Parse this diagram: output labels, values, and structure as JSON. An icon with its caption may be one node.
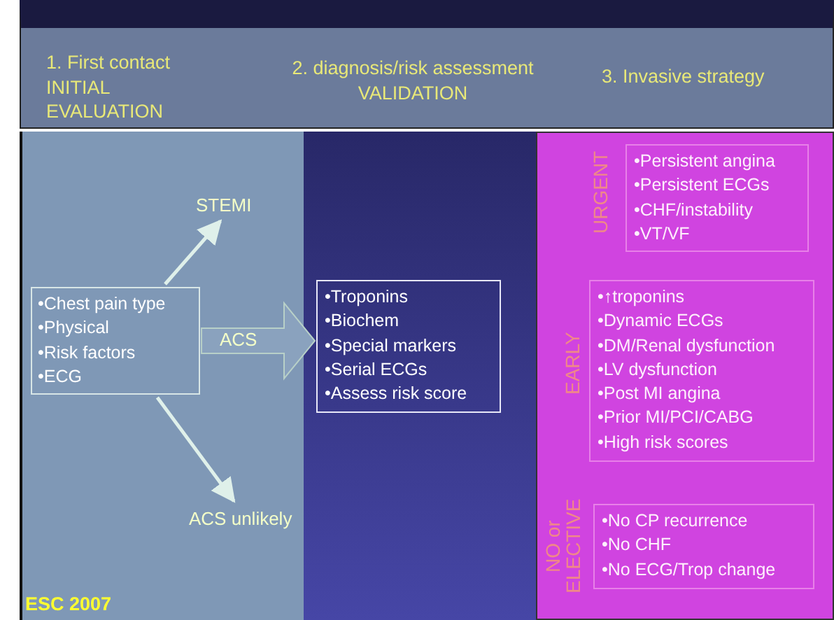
{
  "diagram": {
    "nodes": [
      {
        "text": [
          "•Chest pain type",
          "•Physical",
          "•Risk factors",
          "•ECG"
        ]
      },
      {
        "text": [
          "STEMI"
        ]
      },
      {
        "text": [
          "ACS unlikely"
        ]
      },
      {
        "text": [
          "•Troponins",
          "•Biochem",
          "•Special markers",
          "•Serial ECGs",
          "•Assess risk score"
        ]
      },
      {
        "text": [
          "•Persistent angina",
          "•Persistent ECGs",
          "•CHF/instability",
          "•VT/VF"
        ],
        "beside": [
          "URGENT"
        ]
      },
      {
        "text": [
          "•↑troponins",
          "•Dynamic ECGs",
          "•DM/Renal dysfunction",
          "•LV dysfunction",
          "•Post MI angina",
          "•Prior MI/PCI/CABG",
          "•High risk scores"
        ],
        "beside": [
          "EARLY"
        ]
      },
      {
        "text": [
          "•No CP recurrence",
          "•No CHF",
          "•No ECG/Trop change"
        ],
        "beside": [
          "NO or ELECTIVE"
        ]
      }
    ],
    "edges": [
      {
        "from": 0,
        "to": 1,
        "arrow": "to"
      },
      {
        "from": 0,
        "to": 2,
        "arrow": "to"
      },
      {
        "from": 0,
        "to": 3,
        "arrow": "to",
        "label": "ACS",
        "style": "thick"
      }
    ],
    "labels": [
      "1. First contact INITIAL EVALUATION",
      "2. diagnosis/risk assessment VALIDATION",
      "3. Invasive strategy",
      "ESC 2007"
    ]
  }
}
